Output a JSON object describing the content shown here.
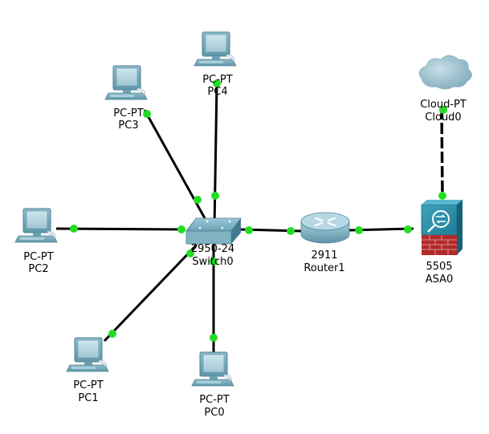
{
  "diagram": {
    "type": "network-topology",
    "link_color": "#000000",
    "port_color": "#22dd22",
    "devices": [
      {
        "id": "Switch0",
        "model": "2950-24",
        "name": "Switch0",
        "kind": "switch"
      },
      {
        "id": "Router1",
        "model": "2911",
        "name": "Router1",
        "kind": "router"
      },
      {
        "id": "ASA0",
        "model": "5505",
        "name": "ASA0",
        "kind": "firewall"
      },
      {
        "id": "Cloud0",
        "model": "Cloud-PT",
        "name": "Cloud0",
        "kind": "cloud"
      },
      {
        "id": "PC0",
        "model": "PC-PT",
        "name": "PC0",
        "kind": "pc"
      },
      {
        "id": "PC1",
        "model": "PC-PT",
        "name": "PC1",
        "kind": "pc"
      },
      {
        "id": "PC2",
        "model": "PC-PT",
        "name": "PC2",
        "kind": "pc"
      },
      {
        "id": "PC3",
        "model": "PC-PT",
        "name": "PC3",
        "kind": "pc"
      },
      {
        "id": "PC4",
        "model": "PC-PT",
        "name": "PC4",
        "kind": "pc"
      }
    ],
    "links": [
      {
        "from": "Switch0",
        "to": "PC0",
        "style": "solid"
      },
      {
        "from": "Switch0",
        "to": "PC1",
        "style": "solid"
      },
      {
        "from": "Switch0",
        "to": "PC2",
        "style": "solid"
      },
      {
        "from": "Switch0",
        "to": "PC3",
        "style": "solid"
      },
      {
        "from": "Switch0",
        "to": "PC4",
        "style": "solid"
      },
      {
        "from": "Switch0",
        "to": "Router1",
        "style": "solid"
      },
      {
        "from": "Router1",
        "to": "ASA0",
        "style": "solid"
      },
      {
        "from": "ASA0",
        "to": "Cloud0",
        "style": "dashed"
      }
    ]
  }
}
